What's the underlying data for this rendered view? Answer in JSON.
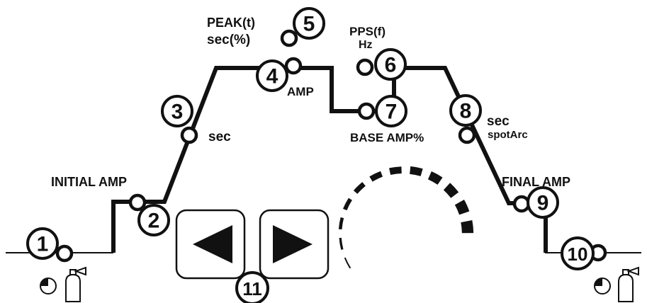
{
  "labels": {
    "initial_amp": "INITIAL AMP",
    "sec_3": "sec",
    "peak_line1": "PEAK(t)",
    "peak_line2": "sec(%)",
    "amp_4": "AMP",
    "pps_line1": "PPS(f)",
    "pps_line2": "Hz",
    "base_amp": "BASE AMP%",
    "sec_8": "sec",
    "spot_arc": "spotArc",
    "final_amp": "FINAL AMP"
  },
  "markers": [
    "1",
    "2",
    "3",
    "4",
    "5",
    "6",
    "7",
    "8",
    "9",
    "10",
    "11"
  ],
  "icons": {
    "pre_gas_timer": "timer-icon",
    "pre_gas_cylinder": "gas-cylinder-icon",
    "post_gas_timer": "timer-icon",
    "post_gas_cylinder": "gas-cylinder-icon",
    "left_button": "left-arrow-icon",
    "right_button": "right-arrow-icon",
    "dial": "rotary-knob-icon"
  },
  "colors": {
    "ink": "#111111",
    "background": "#ffffff"
  }
}
